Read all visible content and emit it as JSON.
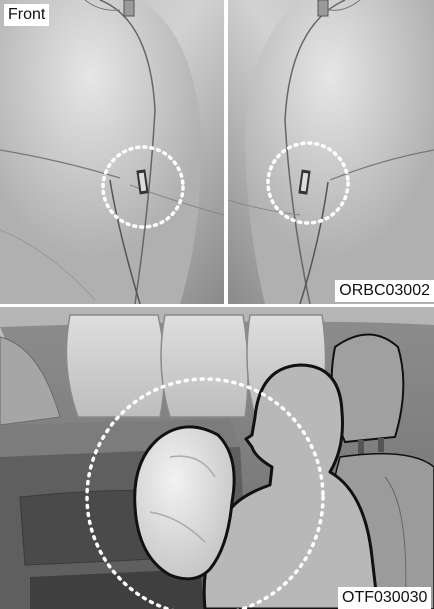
{
  "top_figure": {
    "corner_label": "Front",
    "code": "ORBC03002"
  },
  "bottom_figure": {
    "code": "OTF030030"
  },
  "colors": {
    "seat_light": "#c9c9c9",
    "seat_mid": "#a8a8a8",
    "seat_dark": "#7d7d7d",
    "highlight": "#ffffff",
    "airbag": "#dcdcdc",
    "outline": "#111111"
  },
  "icons": {
    "left_tag": "airbag-tag-icon",
    "right_tag": "airbag-tag-icon"
  }
}
